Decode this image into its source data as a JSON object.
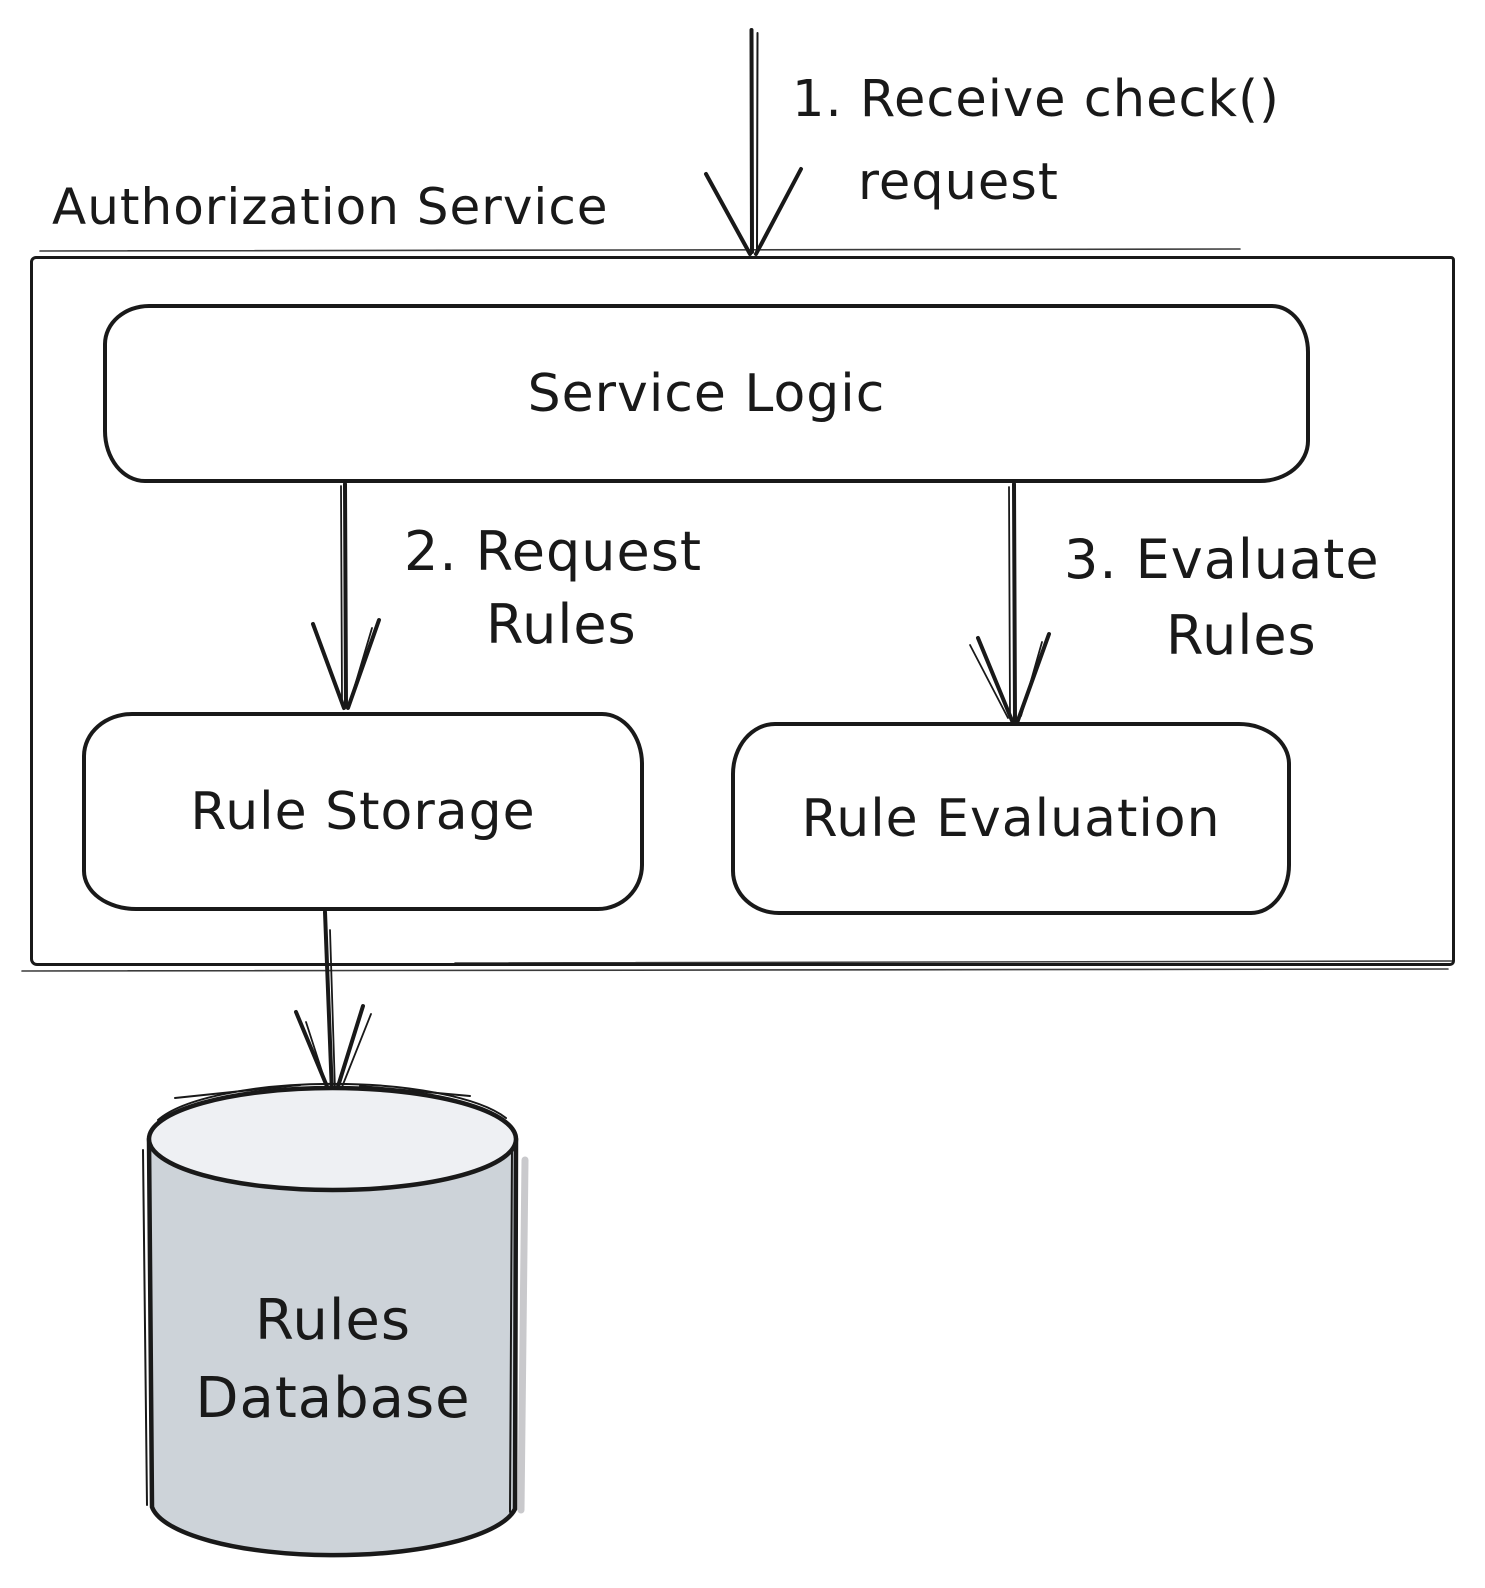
{
  "diagram": {
    "title": "Authorization Service",
    "annotations": {
      "step1": {
        "line1": "1. Receive check()",
        "line2": "request"
      },
      "step2": {
        "line1": "2. Request",
        "line2": "Rules"
      },
      "step3": {
        "line1": "3. Evaluate",
        "line2": "Rules"
      }
    },
    "nodes": {
      "service_logic": "Service Logic",
      "rule_storage": "Rule Storage",
      "rule_evaluation": "Rule Evaluation",
      "database": {
        "line1": "Rules",
        "line2": "Database"
      }
    },
    "colors": {
      "stroke": "#191919",
      "database_body": "#cdd3d9",
      "database_top": "#eef0f3",
      "background": "#ffffff"
    }
  }
}
